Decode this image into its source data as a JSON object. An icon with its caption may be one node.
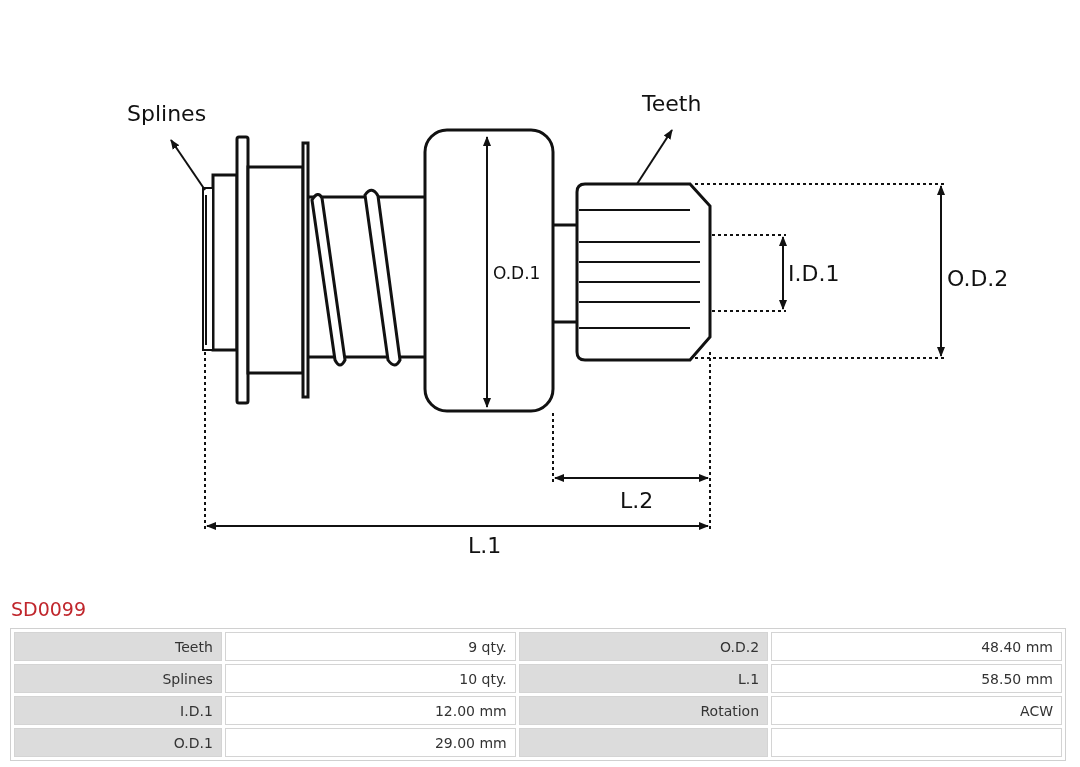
{
  "diagram": {
    "title": "SD0099",
    "nodes": [
      {
        "text": [
          "Splines"
        ]
      },
      {
        "text": [],
        "shape": "picture"
      },
      {
        "text": [
          "Teeth"
        ]
      },
      {
        "text": [],
        "shape": "picture"
      }
    ],
    "edges": [
      {
        "from": 1,
        "to": 0,
        "arrow": "to"
      },
      {
        "from": 3,
        "to": 2,
        "arrow": "to"
      }
    ],
    "labels": [
      "O.D.1",
      "I.D.1",
      "O.D.2",
      "L.2",
      "L.1",
      "Teeth",
      "9 qty.",
      "O.D.2",
      "48.40 mm",
      "Splines",
      "10 qty.",
      "L.1",
      "58.50 mm",
      "I.D.1",
      "12.00 mm",
      "Rotation",
      "ACW",
      "O.D.1",
      "29.00 mm"
    ]
  }
}
